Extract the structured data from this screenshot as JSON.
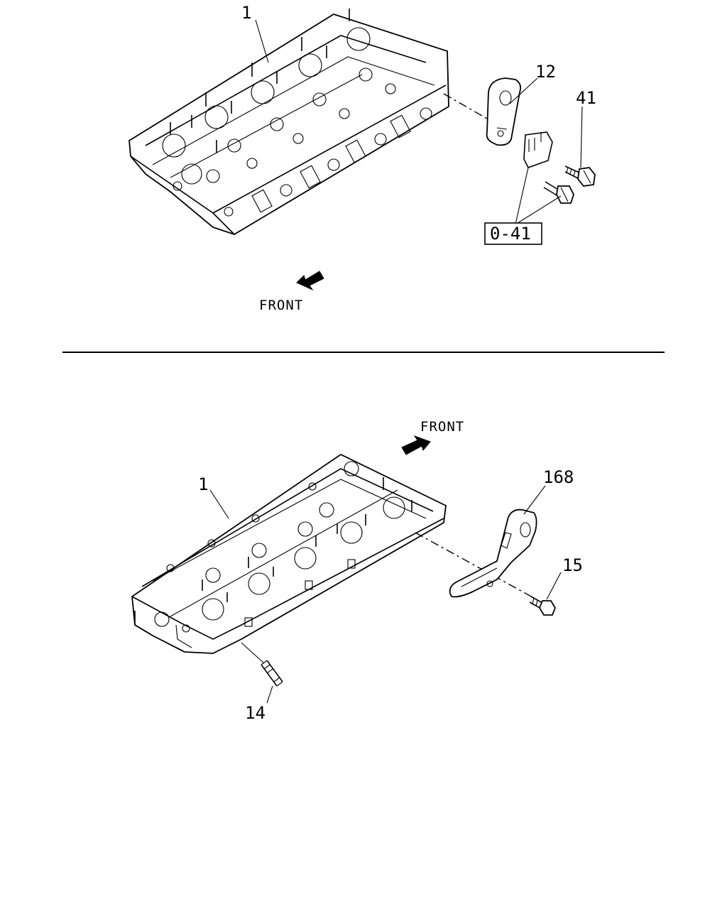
{
  "top_section": {
    "callouts": {
      "cylinder_head": "1",
      "bracket": "12",
      "bolt": "41",
      "reference": "0-41"
    },
    "front_label": "FRONT"
  },
  "bottom_section": {
    "callouts": {
      "cylinder_head": "1",
      "bracket": "168",
      "bolt": "15",
      "stud": "14"
    },
    "front_label": "FRONT"
  }
}
